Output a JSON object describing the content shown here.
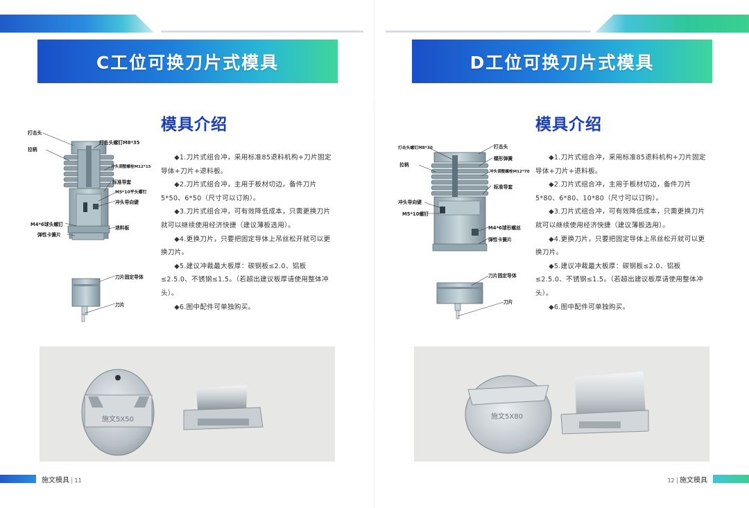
{
  "left": {
    "title": "C工位可换刀片式模具",
    "heading": "模具介绍",
    "paragraphs": [
      "◆1.刀片式组合冲，采用标准85退料机构+刀片固定导体+刀片+退料板。",
      "◆2.刀片式组合冲，主用于板材切边，备件刀片5*50、6*50（尺寸可以订购）。",
      "◆3.刀片式组合冲，可有效降低成本，只需更换刀片就可以继续使用经济快捷（建议薄板选用）。",
      "◆4.更换刀片，只要把固定导体上吊丝松开就可以更换刀片。",
      "◆5.建议冲裁最大板厚：碳钢板≤2.0、铝板≤2.5.0、不锈钢≤1.5。（若超出建议板厚请使用整体冲头）。",
      "◆6.图中配件可单独购买。"
    ],
    "labels": {
      "l1": "打击头",
      "l2": "打击头螺钉M8*35",
      "l3": "拉柄",
      "l4": "冲头调整螺栓M12*15",
      "l5": "标准导套",
      "l6": "M5*10平头螺钉",
      "l7": "冲头导向键",
      "l8": "M4*6球头螺钉",
      "l9": "退料板",
      "l10": "弹性卡簧片",
      "l11": "刀片固定导体",
      "l12": "刀片"
    },
    "photo_engraving": "施文5X50",
    "footer": {
      "brand": "施文模具",
      "page": "11"
    }
  },
  "right": {
    "title": "D工位可换刀片式模具",
    "heading": "模具介绍",
    "paragraphs": [
      "◆1.刀片式组合冲，采用标准85退料机构+刀片固定导体+刀片+退料板。",
      "◆2.刀片式组合冲，主用于板材切边，备件刀片5*80、6*80、10*80（尺寸可以订购）。",
      "◆3.刀片式组合冲，可有效降低成本，只需更换刀片就可以继续使用经济快捷（建议薄板选用）。",
      "◆4.更换刀片，只要把固定导体上吊丝松开就可以更换刀片。",
      "◆5.建议冲裁最大板厚：碳钢板≤2.0、铝板≤2.5.0、不锈钢≤1.5。（若超出建议板厚请使用整体冲头）。",
      "◆6.图中配件可单独购买。"
    ],
    "labels": {
      "r1": "打击头螺钉M8*30",
      "r2": "打击头",
      "r3": "蝶形弹簧",
      "r4": "拉柄",
      "r5": "冲头调整螺栓M12*70",
      "r6": "标准导套",
      "r7": "冲头导向键",
      "r8": "M5*10螺钉",
      "r9": "M4*6球形螺丝",
      "r10": "弹性卡簧片",
      "r11": "刀片固定导体",
      "r12": "刀片"
    },
    "photo_engraving": "施文5X80",
    "footer": {
      "brand": "施文模具",
      "page": "12"
    }
  }
}
